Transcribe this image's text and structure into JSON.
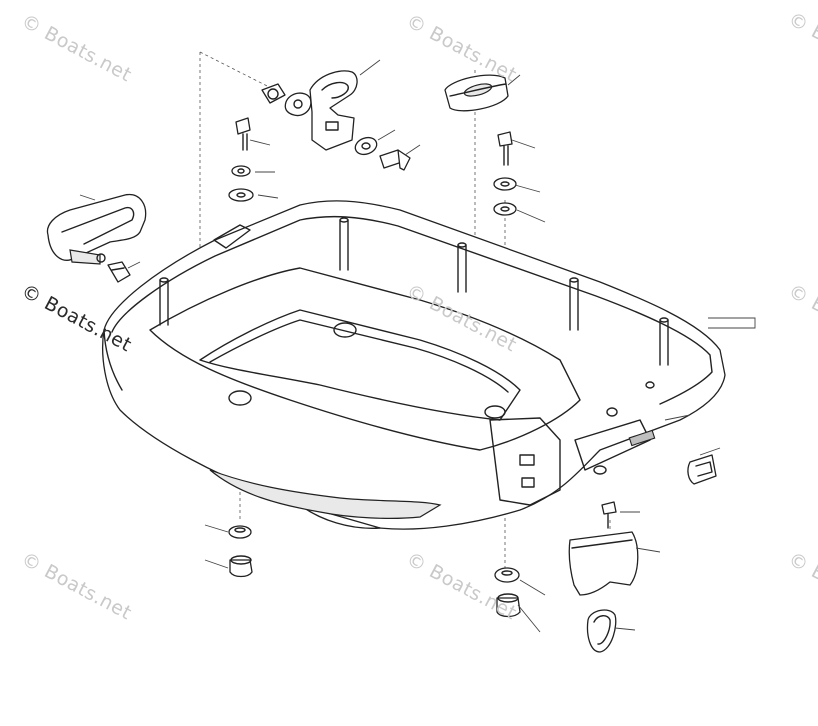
{
  "watermarks": [
    "© Boats.net",
    "© Boats.net",
    "© Boats.net",
    "© Boats.net",
    "© Boats.net",
    "© Boats.net",
    "© Boats.net",
    "© Boats.net",
    "© Boats.net"
  ],
  "colors": {
    "line": "#222222",
    "watermark": "#c9c9c9",
    "background": "#ffffff"
  }
}
